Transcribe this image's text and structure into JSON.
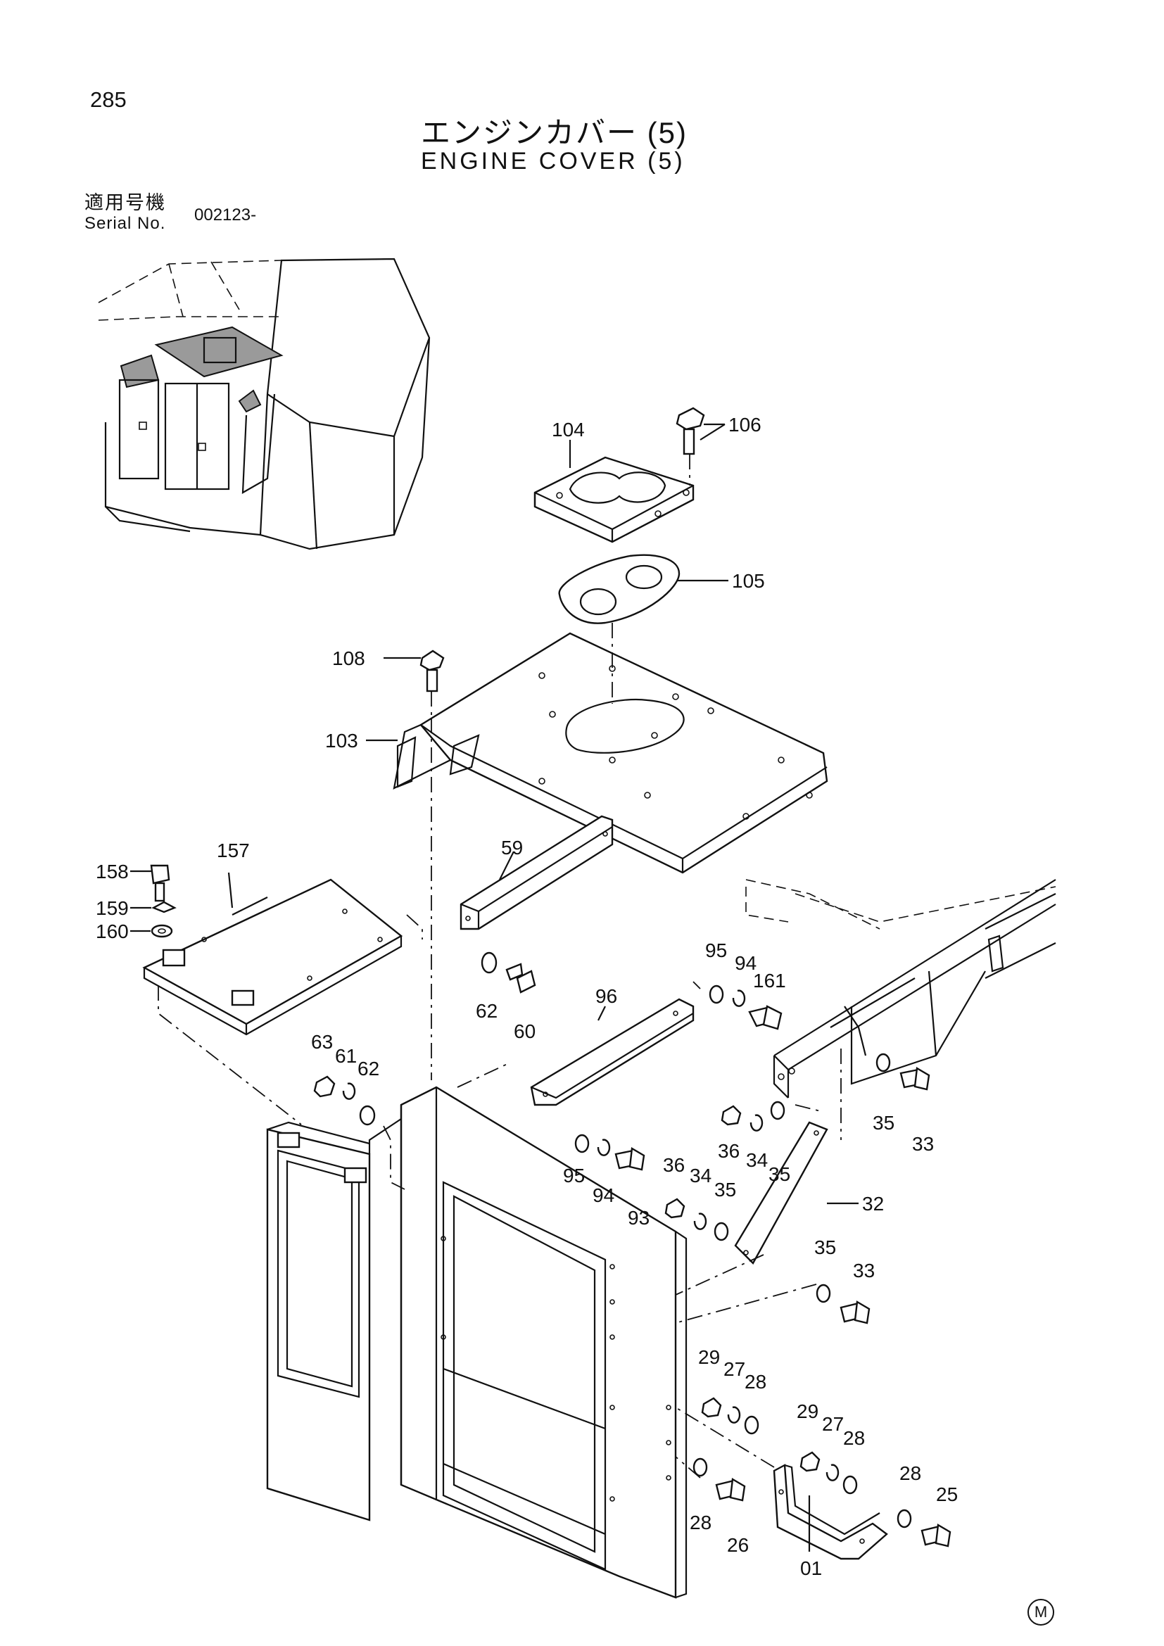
{
  "header": {
    "page_number": "285",
    "title_jp": "エンジンカバー (5)",
    "title_en": "ENGINE COVER (5)"
  },
  "serial": {
    "label_jp": "適用号機",
    "label_en": "Serial No.",
    "value": "002123-"
  },
  "mark": "M",
  "callouts": {
    "c01": "01",
    "c25": "25",
    "c26": "26",
    "c27a": "27",
    "c27b": "27",
    "c28a": "28",
    "c28b": "28",
    "c28c": "28",
    "c28d": "28",
    "c29a": "29",
    "c29b": "29",
    "c32": "32",
    "c33a": "33",
    "c33b": "33",
    "c34a": "34",
    "c34b": "34",
    "c35a": "35",
    "c35b": "35",
    "c35c": "35",
    "c35d": "35",
    "c36a": "36",
    "c36b": "36",
    "c59": "59",
    "c60": "60",
    "c61": "61",
    "c62a": "62",
    "c62b": "62",
    "c63": "63",
    "c93": "93",
    "c94a": "94",
    "c94b": "94",
    "c95a": "95",
    "c95b": "95",
    "c96": "96",
    "c103": "103",
    "c104": "104",
    "c105": "105",
    "c106": "106",
    "c108": "108",
    "c157": "157",
    "c158": "158",
    "c159": "159",
    "c160": "160",
    "c161": "161"
  }
}
